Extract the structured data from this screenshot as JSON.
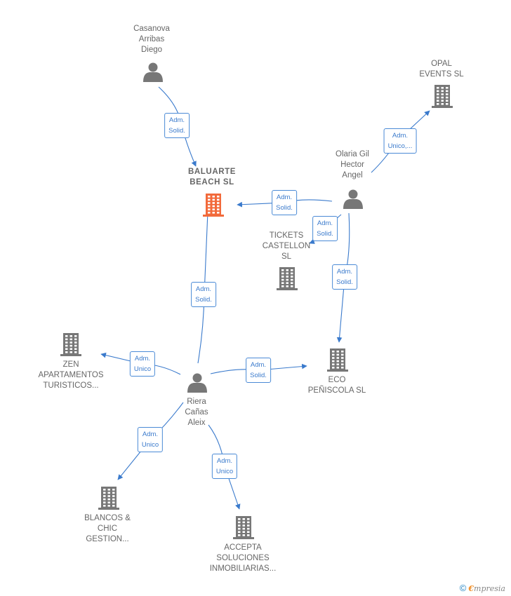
{
  "colors": {
    "edge": "#3a7acc",
    "person": "#777777",
    "company": "#777777",
    "focus": "#f26a3b"
  },
  "nodes": [
    {
      "id": "casanova",
      "kind": "person",
      "label": "Casanova\nArribas\nDiego"
    },
    {
      "id": "baluarte",
      "kind": "company-focus",
      "label": "BALUARTE\nBEACH  SL"
    },
    {
      "id": "opal",
      "kind": "company",
      "label": "OPAL\nEVENTS SL"
    },
    {
      "id": "olaria",
      "kind": "person",
      "label": "Olaria Gil\nHector\nAngel"
    },
    {
      "id": "tickets",
      "kind": "company",
      "label": "TICKETS\nCASTELLON\nSL"
    },
    {
      "id": "zen",
      "kind": "company",
      "label": "ZEN\nAPARTAMENTOS\nTURISTICOS..."
    },
    {
      "id": "riera",
      "kind": "person",
      "label": "Riera\nCañas\nAleix"
    },
    {
      "id": "eco",
      "kind": "company",
      "label": "ECO\nPEÑISCOLA  SL"
    },
    {
      "id": "blancos",
      "kind": "company",
      "label": "BLANCOS &\nCHIC\nGESTION..."
    },
    {
      "id": "accepta",
      "kind": "company",
      "label": "ACCEPTA\nSOLUCIONES\nINMOBILIARIAS..."
    }
  ],
  "edges": [
    {
      "from": "casanova",
      "to": "baluarte",
      "label": "Adm.\nSolid."
    },
    {
      "from": "olaria",
      "to": "opal",
      "label": "Adm.\nUnico,..."
    },
    {
      "from": "olaria",
      "to": "baluarte",
      "label": "Adm.\nSolid."
    },
    {
      "from": "olaria",
      "to": "tickets",
      "label": "Adm.\nSolid."
    },
    {
      "from": "olaria",
      "to": "eco",
      "label": "Adm.\nSolid."
    },
    {
      "from": "riera",
      "to": "baluarte",
      "label": "Adm.\nSolid."
    },
    {
      "from": "riera",
      "to": "zen",
      "label": "Adm.\nUnico"
    },
    {
      "from": "riera",
      "to": "eco",
      "label": "Adm.\nSolid."
    },
    {
      "from": "riera",
      "to": "blancos",
      "label": "Adm.\nUnico"
    },
    {
      "from": "riera",
      "to": "accepta",
      "label": "Adm.\nUnico"
    }
  ],
  "copyright": {
    "symbol": "©",
    "brand_first": "€",
    "brand_rest": "mpresia"
  }
}
